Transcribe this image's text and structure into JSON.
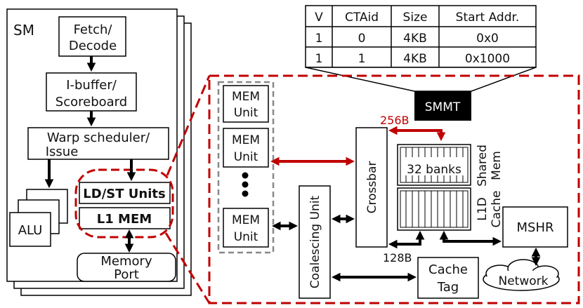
{
  "sm": {
    "title": "SM",
    "fetch": [
      "Fetch/",
      "Decode"
    ],
    "ibuffer": [
      "I-buffer/",
      "Scoreboard"
    ],
    "warp": [
      "Warp scheduler/",
      "Issue"
    ],
    "alu": "ALU",
    "ldst": "LD/ST Units",
    "l1mem": "L1 MEM",
    "memport": [
      "Memory",
      "Port"
    ]
  },
  "table": {
    "headers": [
      "V",
      "CTAid",
      "Size",
      "Start Addr."
    ],
    "rows": [
      [
        "1",
        "0",
        "4KB",
        "0x0"
      ],
      [
        "1",
        "1",
        "4KB",
        "0x1000"
      ]
    ]
  },
  "detail": {
    "smmt": "SMMT",
    "mem_unit": [
      "MEM",
      "Unit"
    ],
    "crossbar": "Crossbar",
    "coalescing": "Coalescing Unit",
    "banks": "32 banks",
    "shared": [
      "Shared",
      "Mem"
    ],
    "l1d": [
      "L1D",
      "Cache"
    ],
    "mshr": "MSHR",
    "network": "Network",
    "cache_tag": [
      "Cache",
      "Tag"
    ],
    "bw_256": "256B",
    "bw_128": "128B"
  },
  "colors": {
    "accent_red": "#c00000",
    "dashed_gray": "#888888",
    "stroke": "#000000"
  }
}
